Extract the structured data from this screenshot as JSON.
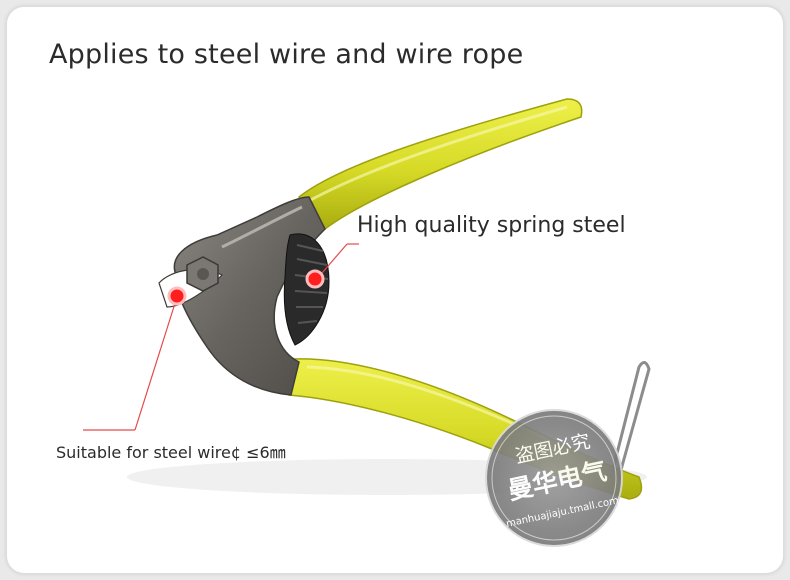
{
  "title": "Applies to steel wire and wire rope",
  "annotations": {
    "spring": "High quality spring steel",
    "wire": "Suitable for steel wire¢ ≤6㎜"
  },
  "watermark": {
    "line1": "盗图必究",
    "line2": "曼华电气",
    "url": "manhuajiaju.tmall.com"
  },
  "colors": {
    "handle": "#d9dd2a",
    "handle_dark": "#b7bb14",
    "jaw": "#6f6c67",
    "marker": "#ff1e1e",
    "leader": "#e34a4a"
  }
}
